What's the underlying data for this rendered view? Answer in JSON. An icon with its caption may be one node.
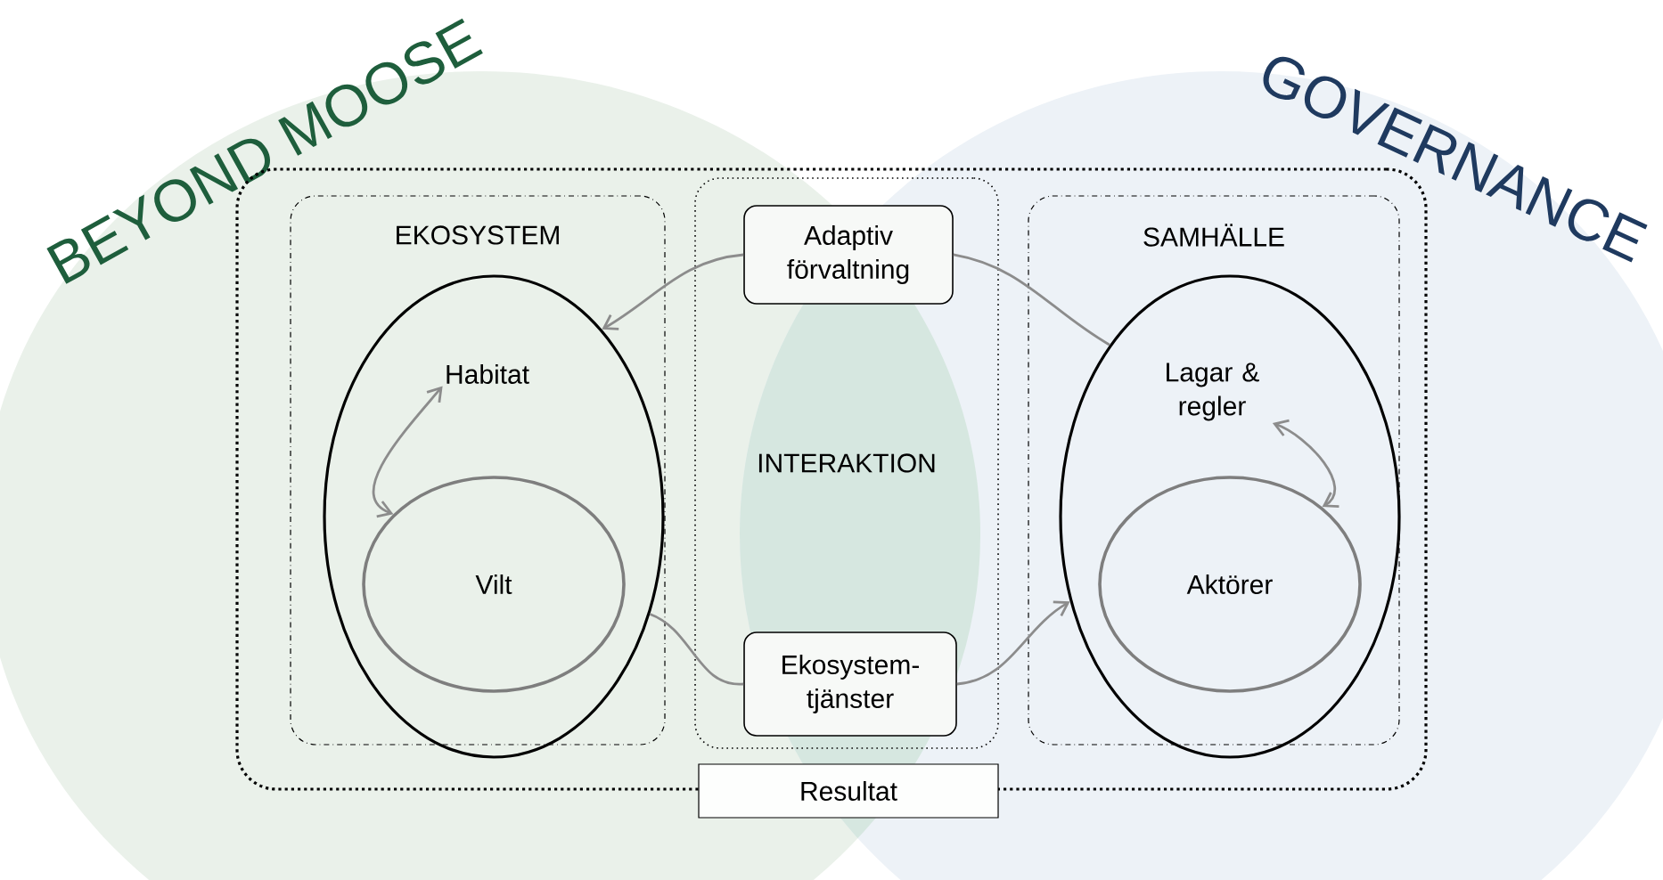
{
  "diagram": {
    "nodes": [
      {
        "text": [],
        "shape": "box"
      },
      {
        "text": [
          "EKOSYSTEM"
        ],
        "in": 0
      },
      {
        "text": [],
        "shape": "ellipse",
        "in": 1
      },
      {
        "text": [
          "Habitat"
        ],
        "in": 2
      },
      {
        "text": [
          "Vilt"
        ],
        "in": 2
      },
      {
        "text": [
          "INTERAKTION"
        ],
        "in": 0
      },
      {
        "text": [
          "Adaptiv förvaltning"
        ],
        "in": 5
      },
      {
        "text": [
          "Ekosystem- tjänster"
        ],
        "in": 5
      },
      {
        "text": [
          "SAMHÄLLE"
        ],
        "in": 0
      },
      {
        "text": [],
        "shape": "ellipse",
        "in": 8
      },
      {
        "text": [
          "Lagar & regler"
        ],
        "in": 9
      },
      {
        "text": [
          "Aktörer"
        ],
        "in": 9
      },
      {
        "text": [
          "Resultat"
        ]
      }
    ],
    "edges": [
      {
        "from": 3,
        "to": 4,
        "arrow": "both"
      },
      {
        "from": 10,
        "to": 11,
        "arrow": "both"
      },
      {
        "from": 9,
        "to": 6,
        "arrow": "none"
      },
      {
        "from": 6,
        "to": 2,
        "arrow": "to"
      },
      {
        "from": 2,
        "to": 7,
        "arrow": "none"
      },
      {
        "from": 7,
        "to": 9,
        "arrow": "to"
      }
    ],
    "labels": [
      "BEYOND MOOSE",
      "GOVERNANCE"
    ]
  }
}
